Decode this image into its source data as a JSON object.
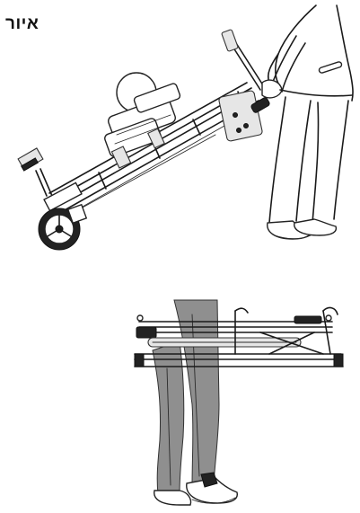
{
  "figure": {
    "caption": "איור"
  },
  "colors": {
    "ink": "#1a1a1a",
    "pants_shade": "#9a9a9a",
    "background": "#ffffff"
  },
  "illustrations": [
    {
      "name": "person-pulling-stretcher-trolley-illustration"
    },
    {
      "name": "legs-beside-folded-stretcher-illustration"
    }
  ]
}
